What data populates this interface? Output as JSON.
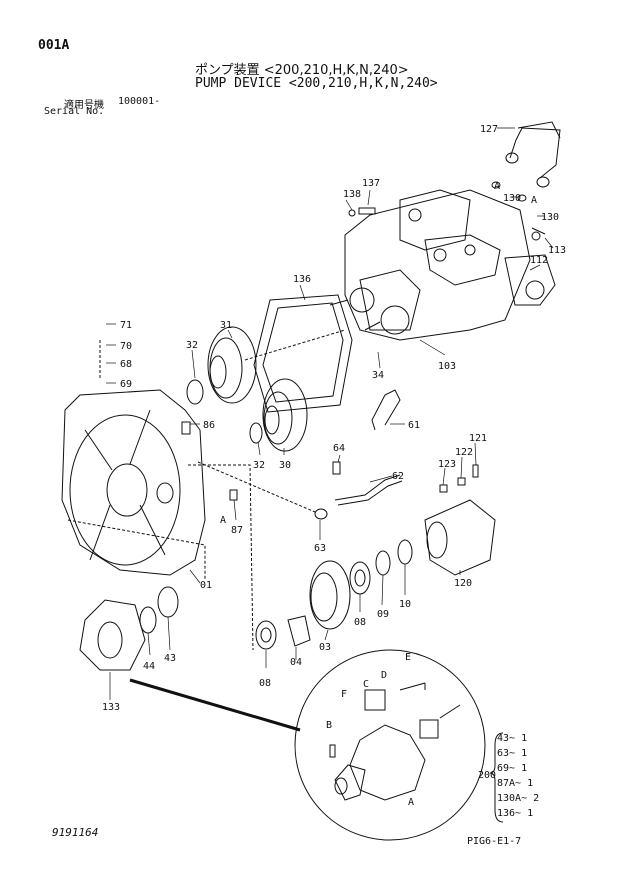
{
  "page_code": "001A",
  "title_jp": "ポンプ装置 <200,210,H,K,N,240>",
  "title_en": "PUMP DEVICE <200,210,H,K,N,240>",
  "serial": {
    "label_jp": "適用号機",
    "value": "100001-",
    "label_en": "Serial No."
  },
  "footer_left": "9191164",
  "footer_right": "PIG6-E1-7",
  "parts": {
    "p127": "127",
    "p130a": "130",
    "p130b": "130",
    "pA1": "A",
    "pA2": "A",
    "p137": "137",
    "p138": "138",
    "p113": "113",
    "p112": "112",
    "p136": "136",
    "p71": "71",
    "p70": "70",
    "p68": "68",
    "p69": "69",
    "p31": "31",
    "p32a": "32",
    "p103": "103",
    "p34": "34",
    "p61": "61",
    "p86": "86",
    "p32b": "32",
    "p30": "30",
    "p64": "64",
    "p121": "121",
    "p122": "122",
    "p123": "123",
    "p62": "62",
    "pA3": "A",
    "p87": "87",
    "p63": "63",
    "p01": "01",
    "p120": "120",
    "p08a": "08",
    "p09": "09",
    "p10": "10",
    "p44": "44",
    "p43": "43",
    "p08b": "08",
    "p04": "04",
    "p03": "03",
    "p133": "133",
    "pB": "B",
    "pC": "C",
    "pD": "D",
    "pE": "E",
    "pF": "F",
    "pA4": "A"
  },
  "kit": {
    "parent": "200",
    "items": [
      "43~ 1",
      "63~ 1",
      "69~ 1",
      "87A~ 1",
      "130A~ 2",
      "136~ 1"
    ]
  }
}
